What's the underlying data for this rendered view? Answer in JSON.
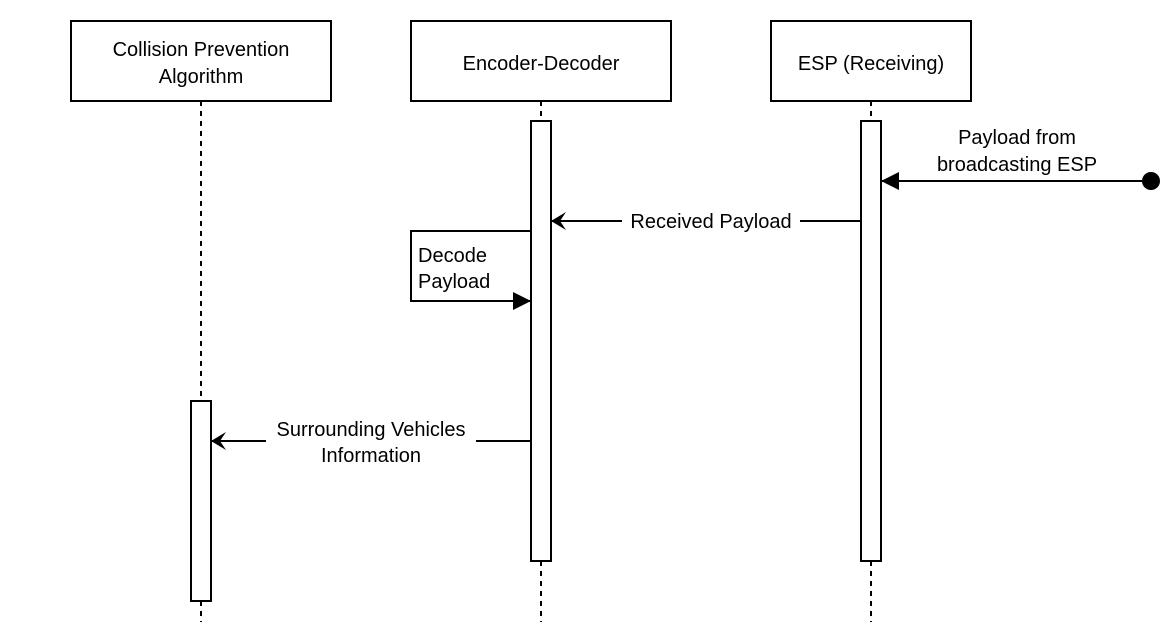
{
  "participants": [
    {
      "id": "cpa",
      "lines": [
        "Collision Prevention",
        "Algorithm"
      ]
    },
    {
      "id": "encdec",
      "lines": [
        "Encoder-Decoder"
      ]
    },
    {
      "id": "esp",
      "lines": [
        "ESP (Receiving)"
      ]
    }
  ],
  "messages": {
    "payload_in": {
      "lines": [
        "Payload from",
        "broadcasting ESP"
      ]
    },
    "received_payload": {
      "lines": [
        "Received Payload"
      ]
    },
    "decode_payload": {
      "lines": [
        "Decode",
        "Payload"
      ]
    },
    "surrounding_info": {
      "lines": [
        "Surrounding Vehicles",
        "Information"
      ]
    }
  }
}
